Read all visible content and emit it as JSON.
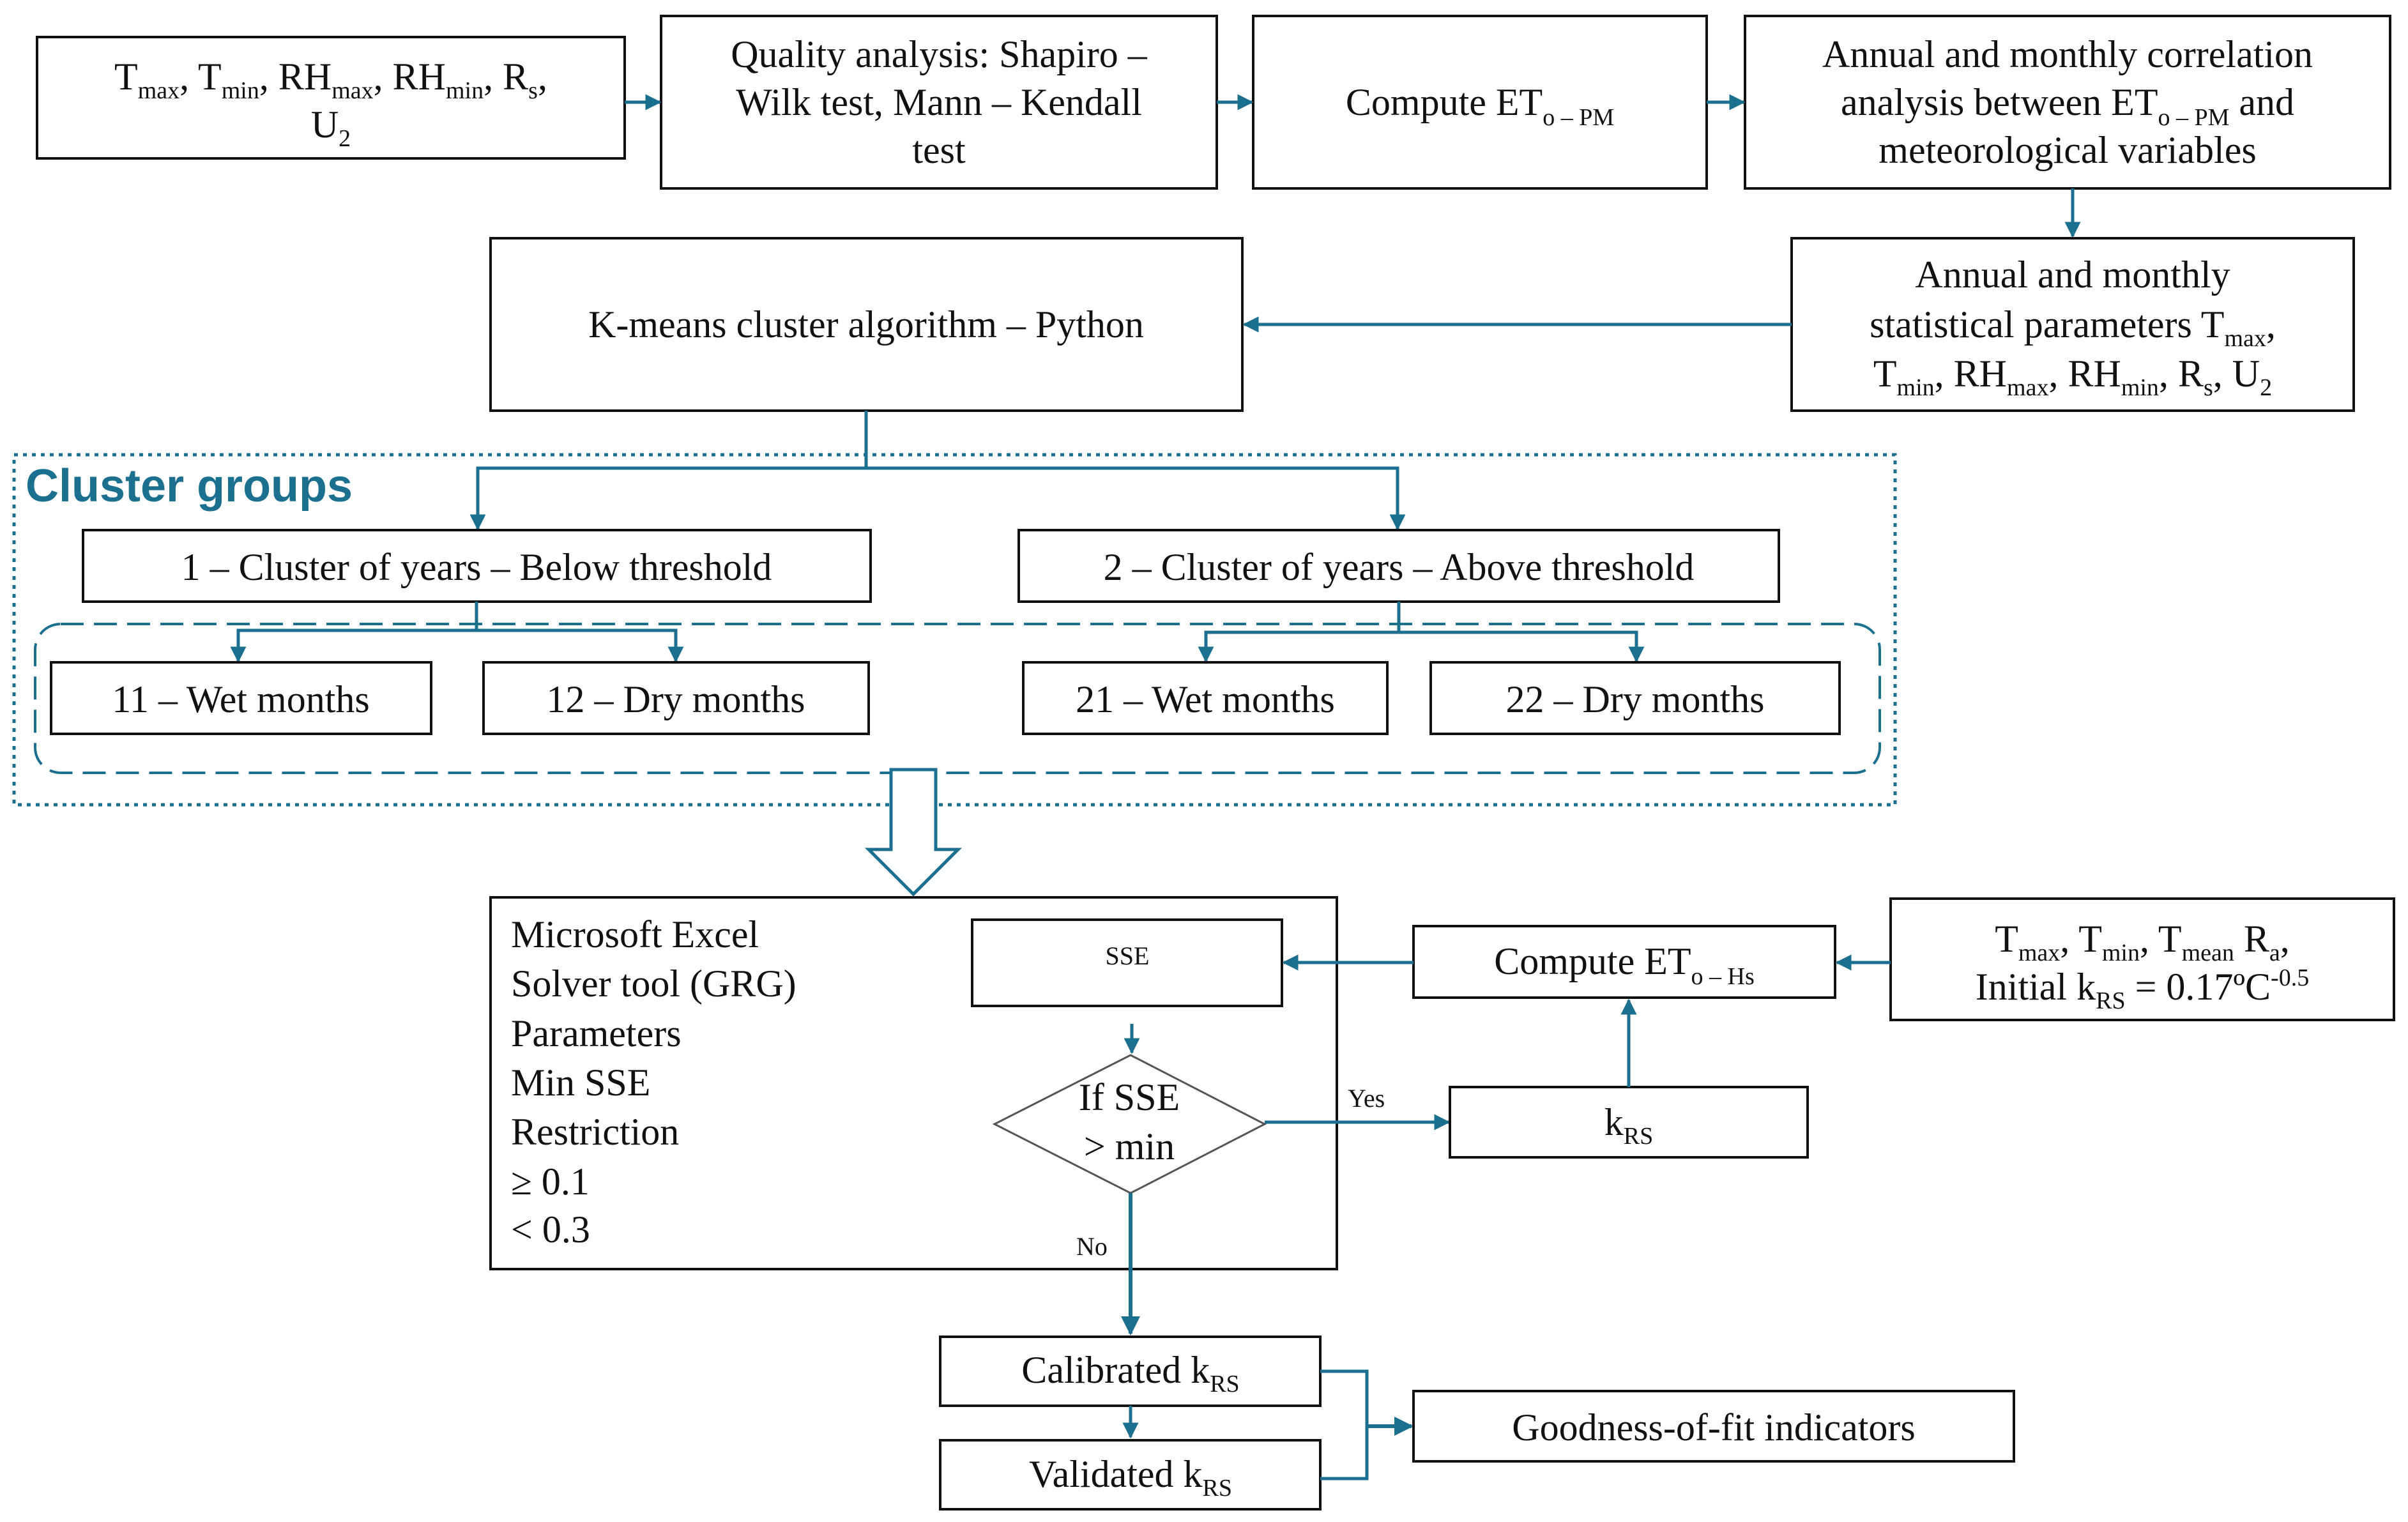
{
  "inputs_box": {
    "text": "Tmax, Tmin, RHmax, RHmin, Rs, U2"
  },
  "quality_box": {
    "line1": "Quality analysis: Shapiro –",
    "line2": "Wilk test, Mann – Kendall",
    "line3": "test"
  },
  "compute_pm_box": {
    "text": "Compute ETo – PM"
  },
  "correlation_box": {
    "line1": "Annual and monthly correlation",
    "line2": "analysis between ETo – PM and",
    "line3": "meteorological variables"
  },
  "stats_box": {
    "line1": "Annual and monthly",
    "line2": "statistical parameters Tmax,",
    "line3": "Tmin, RHmax, RHmin, Rs, U2"
  },
  "kmeans_box": {
    "text": "K-means cluster algorithm – Python"
  },
  "cluster_groups_title": "Cluster groups",
  "cluster1_box": {
    "text": "1 – Cluster of years – Below threshold"
  },
  "cluster2_box": {
    "text": "2 – Cluster of years – Above threshold"
  },
  "c11_box": {
    "text": "11 – Wet months"
  },
  "c12_box": {
    "text": "12 – Dry months"
  },
  "c21_box": {
    "text": "21 – Wet months"
  },
  "c22_box": {
    "text": "22 – Dry months"
  },
  "solver_box": {
    "lines": [
      "Microsoft Excel",
      "Solver tool (GRG)",
      "Parameters",
      "Min SSE",
      "Restriction",
      "≥ 0.1",
      "< 0.3"
    ]
  },
  "sse_box": {
    "text": "SSE"
  },
  "decision": {
    "line1": "If SSE",
    "line2": "> min"
  },
  "yes_label": "Yes",
  "no_label": "No",
  "compute_hs_box": {
    "text": "Compute ETo – Hs"
  },
  "hs_inputs_box": {
    "line1": "Tmax, Tmin, Tmean Ra,",
    "line2": "Initial kRS = 0.17ºC-0.5"
  },
  "krs_box": {
    "text": "kRS"
  },
  "calibrated_box": {
    "text": "Calibrated kRS"
  },
  "validated_box": {
    "text": "Validated kRS"
  },
  "gof_box": {
    "text": "Goodness-of-fit indicators"
  },
  "colors": {
    "accent": "#1b6f8f",
    "box_border": "#111111"
  }
}
